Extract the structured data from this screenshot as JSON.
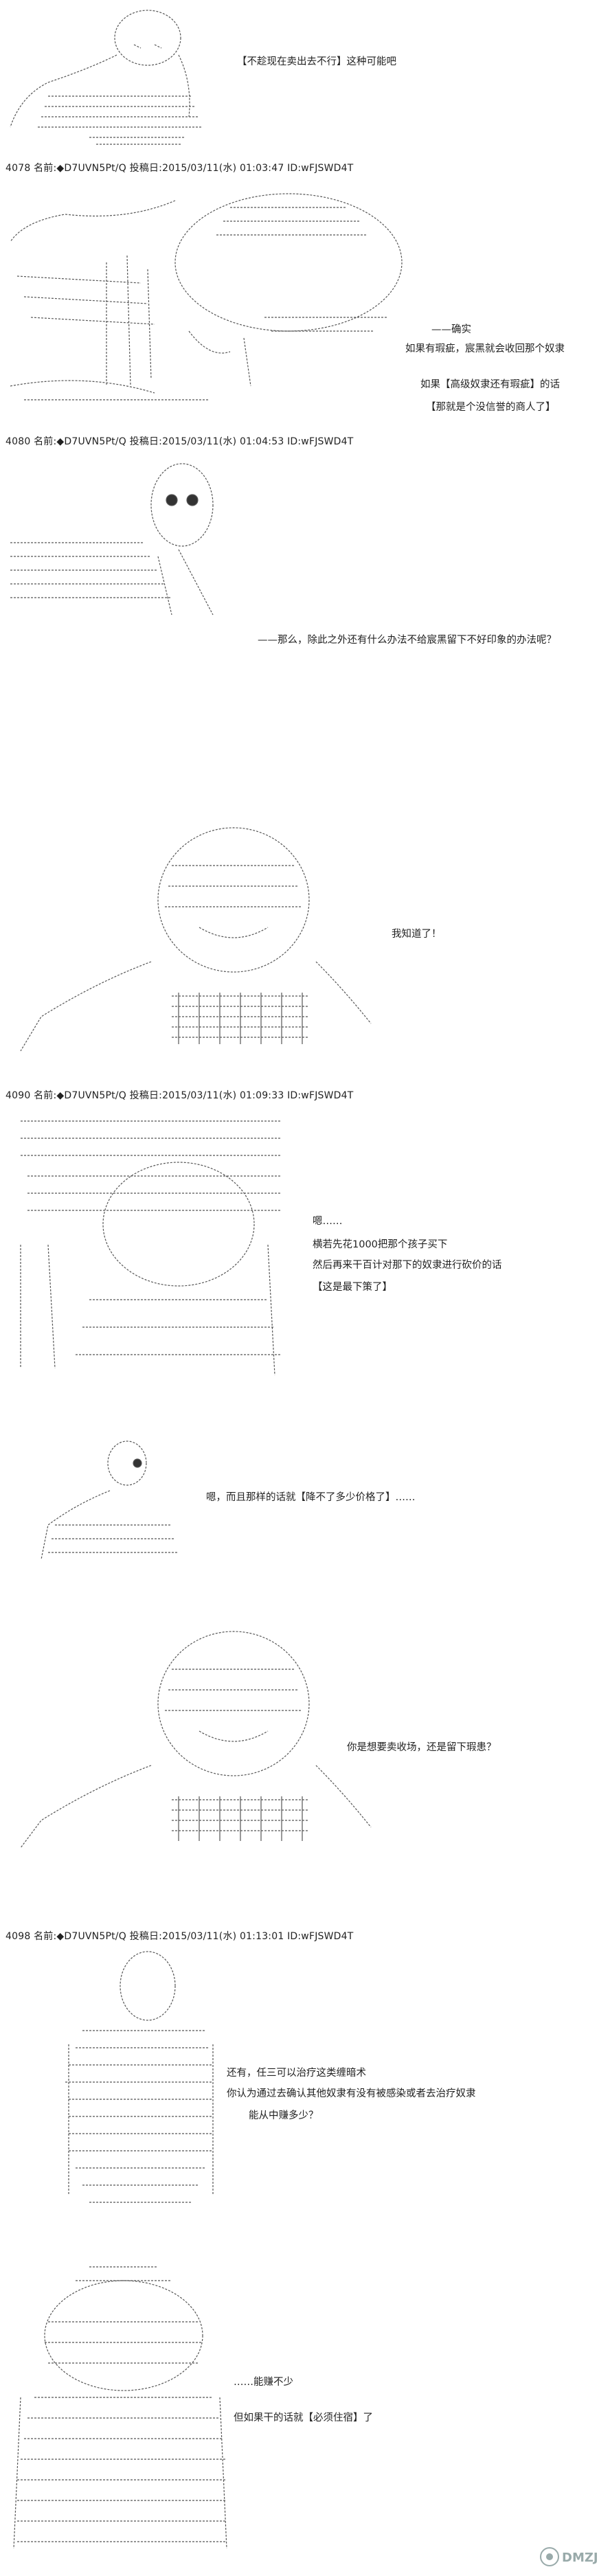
{
  "headers": [
    "4078 名前:◆D7UVN5Pt/Q 投稿日:2015/03/11(水) 01:03:47 ID:wFJSWD4T",
    "4080 名前:◆D7UVN5Pt/Q 投稿日:2015/03/11(水) 01:04:53 ID:wFJSWD4T",
    "4090 名前:◆D7UVN5Pt/Q 投稿日:2015/03/11(水) 01:09:33 ID:wFJSWD4T",
    "4098 名前:◆D7UVN5Pt/Q 投稿日:2015/03/11(水) 01:13:01 ID:wFJSWD4T"
  ],
  "lines": {
    "p0_l1": "【不趁现在卖出去不行】这种可能吧",
    "p1_l1": "——确实",
    "p1_l2": "如果有瑕疵，宸黑就会收回那个奴隶",
    "p1_l3": "如果【高级奴隶还有瑕疵】的话",
    "p1_l4": "【那就是个没信誉的商人了】",
    "p2_l1": "——那么，除此之外还有什么办法不给宸黑留下不好印象的办法呢？",
    "p3_l1": "我知道了！",
    "p4_l1": "嗯……",
    "p4_l2": "横若先花1000把那个孩子买下",
    "p4_l3": "然后再来干百计对那下的奴隶进行砍价的话",
    "p4_l4": "【这是最下策了】",
    "p5_l1": "嗯，而且那样的话就【降不了多少价格了】……",
    "p6_l1": "你是想要卖收场，还是留下瑕患？",
    "p7_l1": "还有，任三可以治疗这类缠暗术",
    "p7_l2": "你认为通过去确认其他奴隶有没有被感染或者去治疗奴隶",
    "p7_l3": "能从中赚多少？",
    "p8_l1": "……能赚不少",
    "p8_l2": "但如果干的话就【必须住宿】了"
  },
  "watermark": {
    "text": "DMZJ",
    "icon": "watermark-logo-icon"
  },
  "colors": {
    "text": "#222222",
    "art": "#555555",
    "background": "#ffffff"
  }
}
